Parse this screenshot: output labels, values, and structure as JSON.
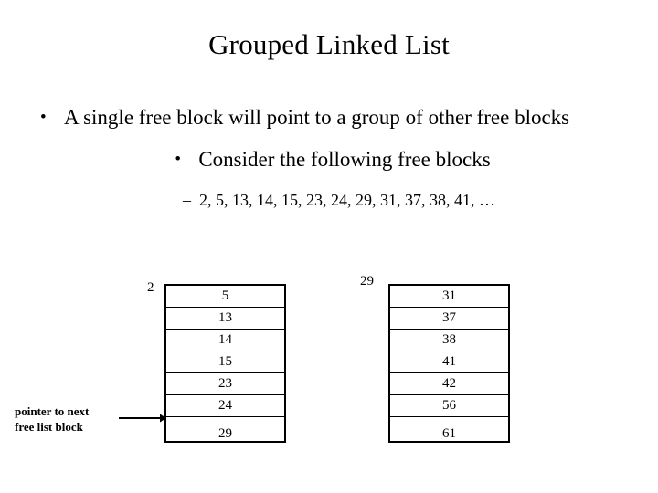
{
  "slide": {
    "title": "Grouped Linked List",
    "bullets": [
      {
        "marker": "•",
        "text": "A single free block will point to a group of other free blocks"
      },
      {
        "marker": "•",
        "text": "Consider the following free blocks"
      }
    ],
    "subbullet": {
      "marker": "–",
      "text": "2, 5, 13, 14, 15, 23, 24, 29, 31, 37, 38, 41, …"
    }
  },
  "diagram": {
    "pointer_annotation": "pointer to next free list block",
    "pointer_annotation_line1": "pointer to next",
    "pointer_annotation_line2": "free list block",
    "arrow_icon": "arrow-right-icon",
    "blocks": [
      {
        "head_label": "2",
        "entries": [
          "5",
          "13",
          "14",
          "15",
          "23",
          "24",
          "29"
        ]
      },
      {
        "head_label": "29",
        "entries": [
          "31",
          "37",
          "38",
          "41",
          "42",
          "56",
          "61"
        ]
      }
    ]
  },
  "colors": {
    "background": "#ffffff",
    "text": "#000000",
    "border": "#000000"
  }
}
